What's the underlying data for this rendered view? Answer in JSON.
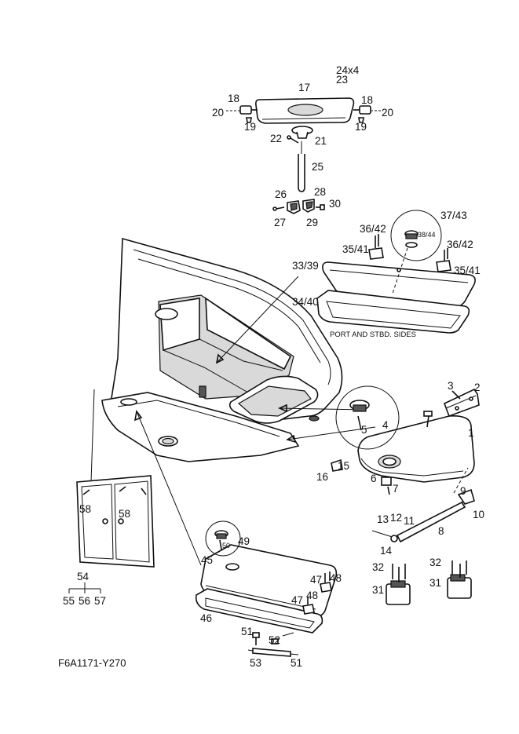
{
  "diagram": {
    "note": "PORT AND STBD. SIDES",
    "code": "F6A1171-Y270",
    "labels": {
      "l24x4": "24x4",
      "l23": "23",
      "l17": "17",
      "l18a": "18",
      "l18b": "18",
      "l20a": "20",
      "l20b": "20",
      "l19a": "19",
      "l19b": "19",
      "l21": "21",
      "l22": "22",
      "l25": "25",
      "l26": "26",
      "l28": "28",
      "l27": "27",
      "l29": "29",
      "l30": "30",
      "l37_43": "37/43",
      "l38_44": "38/44",
      "l36_42a": "36/42",
      "l35_41a": "35/41",
      "l36_42b": "36/42",
      "l35_41b": "35/41",
      "l33_39": "33/39",
      "l34_40": "34/40",
      "l3": "3",
      "l2": "2",
      "l1": "1",
      "l4": "4",
      "l5": "5",
      "l15": "15",
      "l16": "16",
      "l6": "6",
      "l7": "7",
      "l9": "9",
      "l10": "10",
      "l13": "13",
      "l12": "12",
      "l11": "11",
      "l8": "8",
      "l14": "14",
      "l58a": "58",
      "l58b": "58",
      "l54": "54",
      "l55": "55",
      "l56": "56",
      "l57": "57",
      "l49": "49",
      "l50": "50",
      "l45": "45",
      "l47a": "47",
      "l48a": "48",
      "l47b": "47",
      "l48b": "48",
      "l46": "46",
      "l32a": "32",
      "l32b": "32",
      "l31a": "31",
      "l31b": "31",
      "l51a": "51",
      "l52": "52",
      "l53": "53",
      "l51b": "51"
    }
  }
}
